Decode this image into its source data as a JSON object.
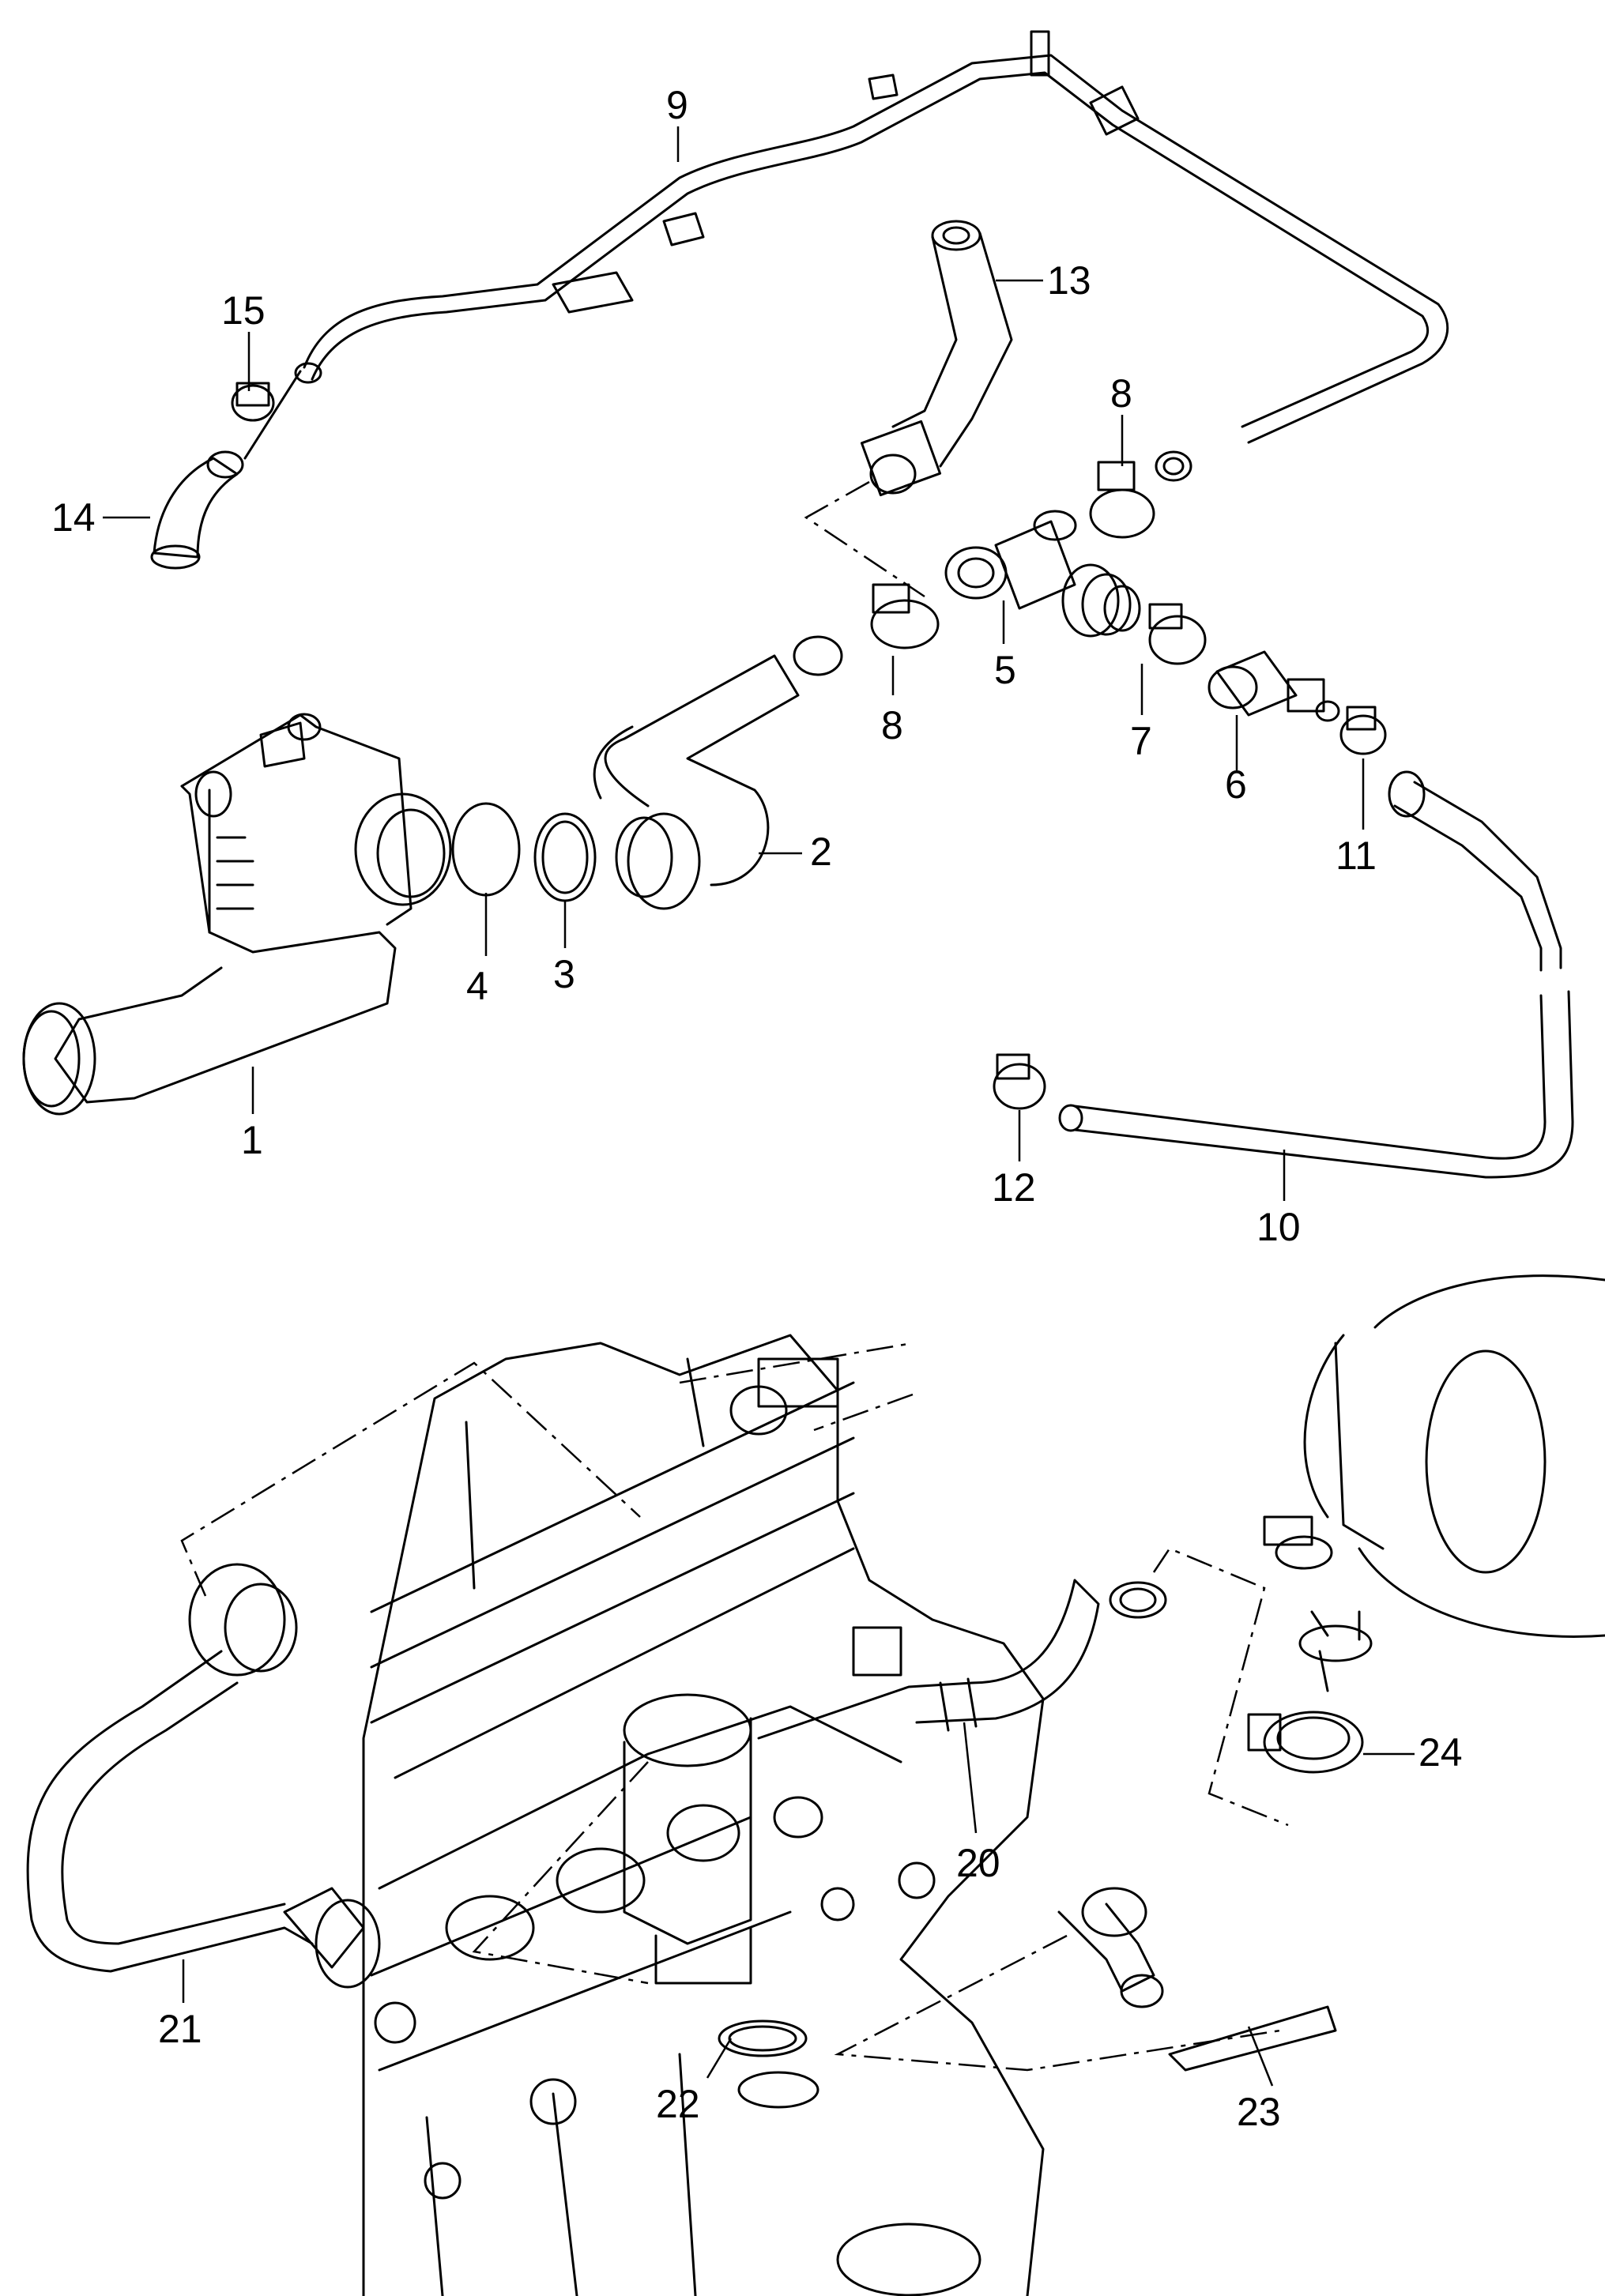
{
  "callouts": [
    "1",
    "2",
    "3",
    "4",
    "5",
    "6",
    "7",
    "8",
    "8",
    "9",
    "10",
    "11",
    "12",
    "13",
    "14",
    "15",
    "20",
    "21",
    "22",
    "23",
    "24"
  ],
  "colors": {
    "line": "#000000",
    "background": "#ffffff"
  }
}
